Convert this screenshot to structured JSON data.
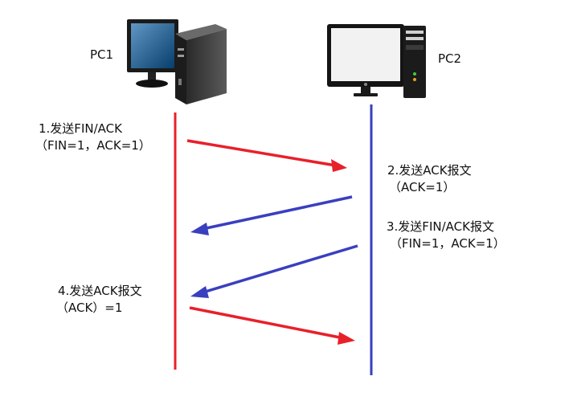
{
  "pc1": {
    "label": "PC1",
    "icon": "desktop-pc-icon",
    "line_color": "#e8202a"
  },
  "pc2": {
    "label": "PC2",
    "icon": "desktop-pc-icon",
    "line_color": "#3a3fbf"
  },
  "steps": [
    {
      "line1": "1.发送FIN/ACK",
      "line2": "（FIN=1，ACK=1）",
      "direction": "PC1→PC2",
      "color": "#e8202a"
    },
    {
      "line1": "2.发送ACK报文",
      "line2": "（ACK=1）",
      "direction": "PC2→PC1",
      "color": "#3a3fbf"
    },
    {
      "line1": "3.发送FIN/ACK报文",
      "line2": "（FIN=1，ACK=1）",
      "direction": "PC2→PC1",
      "color": "#3a3fbf"
    },
    {
      "line1": "4.发送ACK报文",
      "line2": "（ACK）=1",
      "direction": "PC1→PC2",
      "color": "#e8202a"
    }
  ]
}
